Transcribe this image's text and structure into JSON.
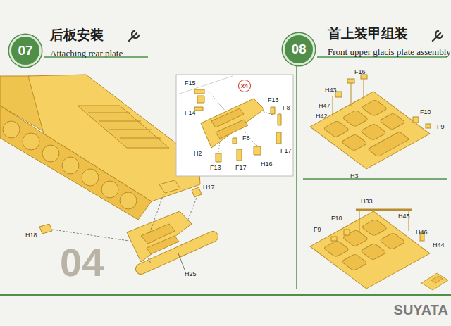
{
  "diagram": {
    "nodes": [
      {
        "text": [
          "07",
          "后板安装",
          "Attaching rear plate"
        ]
      },
      {
        "text": [
          "x4"
        ]
      },
      {
        "text": [
          "08",
          "首上装甲组装",
          "Front upper glacis plate assembly"
        ]
      }
    ],
    "labels": [
      "04",
      "H17",
      "H18",
      "H25",
      "F15",
      "F14",
      "H2",
      "F13",
      "F17",
      "H16",
      "F13",
      "F8",
      "F8",
      "F17",
      "F16",
      "H43",
      "H47",
      "H42",
      "H3",
      "F10",
      "F9",
      "H33",
      "H45",
      "H46",
      "H44",
      "F10",
      "F9",
      "SUYATA"
    ]
  }
}
